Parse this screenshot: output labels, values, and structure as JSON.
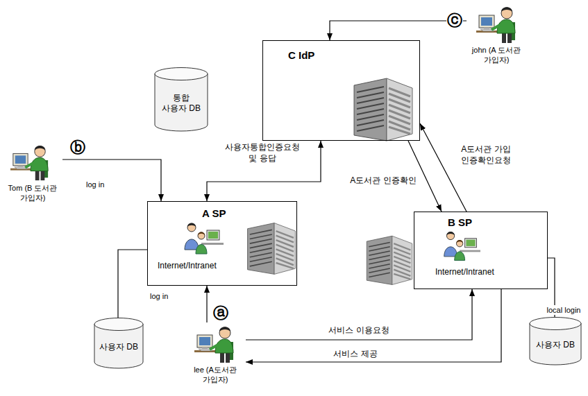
{
  "diagram": {
    "nodes": [
      {
        "text": [
          "C IdP"
        ]
      },
      {
        "text": [
          "통합 사용자 DB"
        ]
      },
      {
        "text": [
          "john (A 도서관 가입자)"
        ]
      },
      {
        "text": [
          "Tom (B 도서관 가입자)"
        ]
      },
      {
        "text": [
          "A SP",
          "Internet/Intranet"
        ]
      },
      {
        "text": [
          "B SP",
          "Internet/Intranet"
        ]
      },
      {
        "text": [
          "사용자 DB"
        ]
      },
      {
        "text": [
          "lee (A도서관 가입자)"
        ]
      },
      {
        "text": [
          "사용자 DB"
        ]
      }
    ],
    "edges": [
      {
        "from": 2,
        "to": 0,
        "arrow": "to"
      },
      {
        "from": 3,
        "to": 4,
        "label": "log in",
        "arrow": "to"
      },
      {
        "from": 4,
        "to": 0,
        "label": "사용자통합인증요청 및 응답",
        "arrow": "both"
      },
      {
        "from": 0,
        "to": 5,
        "label": "A도서관 인증확인",
        "arrow": "to"
      },
      {
        "from": 5,
        "to": 0,
        "label": "A도서관 가입 인증확인요청",
        "arrow": "to"
      },
      {
        "from": 7,
        "to": 4,
        "label": "log in",
        "arrow": "to"
      },
      {
        "from": 7,
        "to": 5,
        "label": "서비스 이용요청",
        "arrow": "to"
      },
      {
        "from": 5,
        "to": 7,
        "label": "서비스 제공",
        "arrow": "to"
      },
      {
        "from": 4,
        "to": 6,
        "arrow": "none"
      },
      {
        "from": 5,
        "to": 8,
        "label": "local login",
        "arrow": "none"
      }
    ],
    "labels": [
      "ⓒ",
      "ⓑ",
      "ⓐ"
    ]
  }
}
